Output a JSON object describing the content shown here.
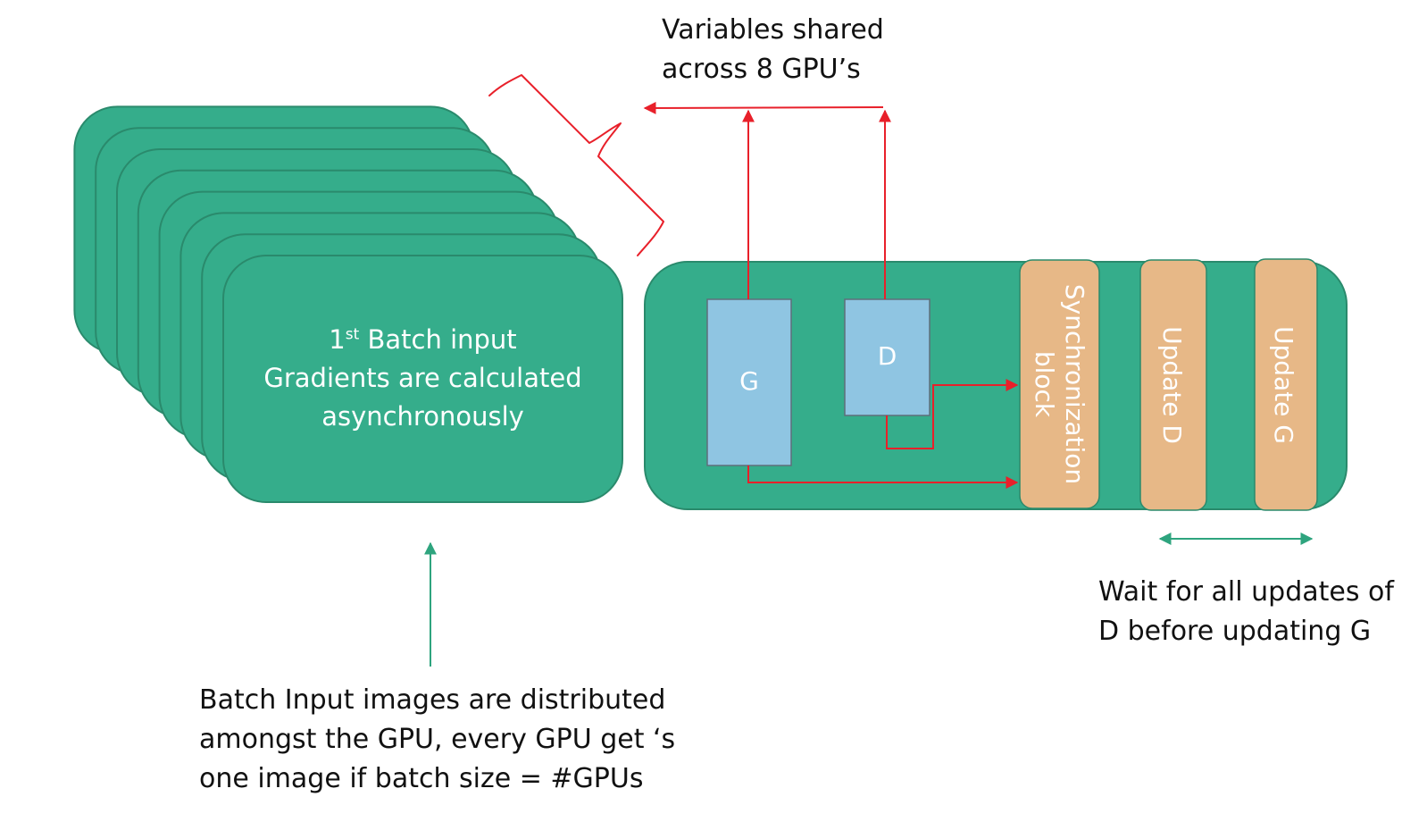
{
  "labels": {
    "variables_shared": [
      "Variables shared",
      "across 8 GPU’s"
    ],
    "batch_card": {
      "line1_prefix": "1",
      "line1_sup": "st",
      "line1_suffix": " Batch input",
      "line2": "Gradients are calculated",
      "line3": "asynchronously"
    },
    "box_g": "G",
    "box_d": "D",
    "sync_block": [
      "Synchronization",
      "block"
    ],
    "update_d": "Update D",
    "update_g": "Update G",
    "wait_note": [
      "Wait for all updates of",
      "D before updating G"
    ],
    "batch_distribution": [
      "Batch Input images are distributed",
      "amongst the GPU, every GPU get ‘s",
      "one image if batch size = #GPUs"
    ]
  },
  "colors": {
    "gpu_card": "#35ad8b",
    "gpu_card_border": "#2a8a6c",
    "model_box": "#8fc5e2",
    "sync_block": "#e7b887",
    "red_arrow": "#e8202a",
    "teal_arrow": "#2ea47e"
  },
  "stack_count": 8
}
